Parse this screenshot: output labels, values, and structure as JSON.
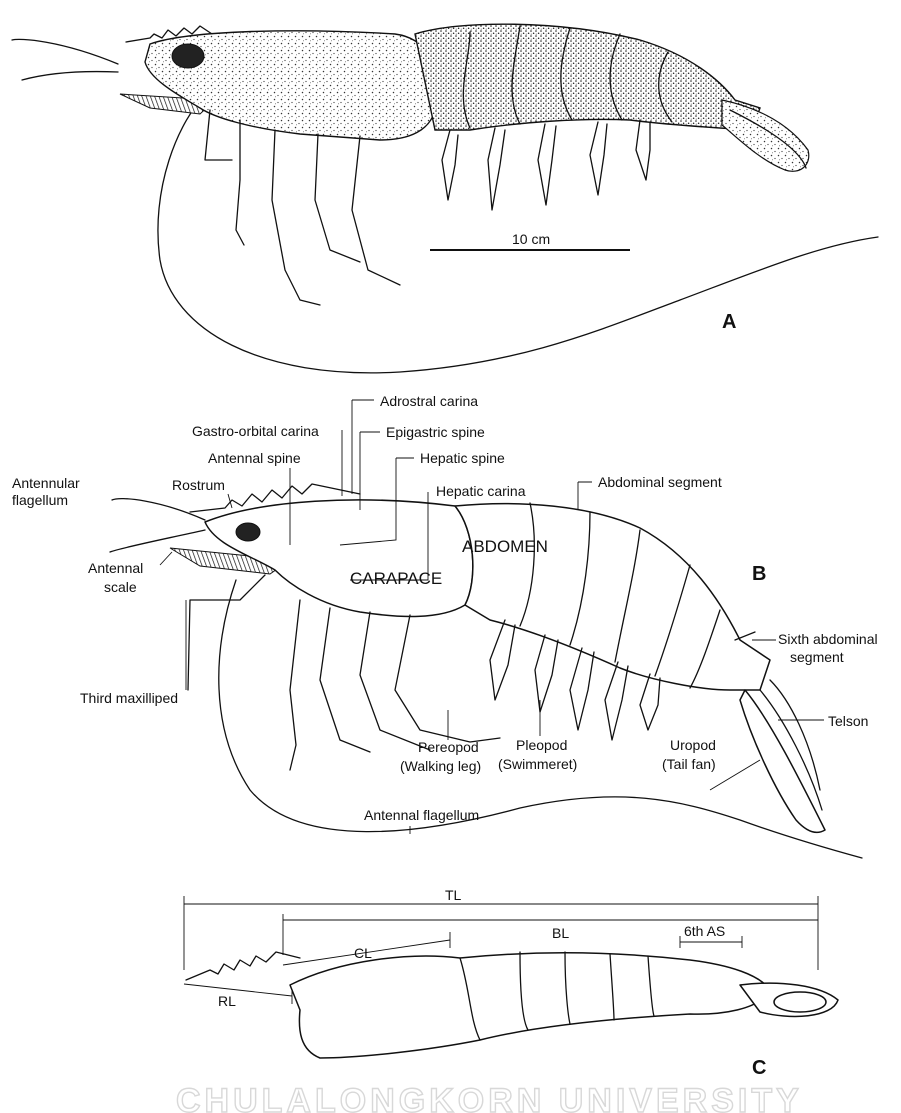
{
  "panels": {
    "a": "A",
    "b": "B",
    "c": "C"
  },
  "panel_a": {
    "scale_bar_label": "10 cm"
  },
  "panel_b": {
    "labels": {
      "adrostral_carina": "Adrostral carina",
      "gastro_orbital_carina": "Gastro-orbital carina",
      "epigastric_spine": "Epigastric spine",
      "antennal_spine": "Antennal spine",
      "hepatic_spine": "Hepatic spine",
      "antennular_flagellum_1": "Antennular",
      "antennular_flagellum_2": "flagellum",
      "rostrum": "Rostrum",
      "hepatic_carina": "Hepatic carina",
      "abdominal_segment": "Abdominal segment",
      "abdomen": "ABDOMEN",
      "carapace": "CARAPACE",
      "antennal_scale_1": "Antennal",
      "antennal_scale_2": "scale",
      "third_maxilliped": "Third maxilliped",
      "sixth_abdominal_segment_1": "Sixth abdominal",
      "sixth_abdominal_segment_2": "segment",
      "telson": "Telson",
      "pereopod_1": "Pereopod",
      "pereopod_2": "(Walking leg)",
      "pleopod_1": "Pleopod",
      "pleopod_2": "(Swimmeret)",
      "uropod_1": "Uropod",
      "uropod_2": "(Tail fan)",
      "antennal_flagellum": "Antennal flagellum"
    }
  },
  "panel_c": {
    "labels": {
      "tl": "TL",
      "bl": "BL",
      "sixth_as": "6th AS",
      "cl": "CL",
      "rl": "RL"
    }
  },
  "watermark": "CHULALONGKORN UNIVERSITY"
}
